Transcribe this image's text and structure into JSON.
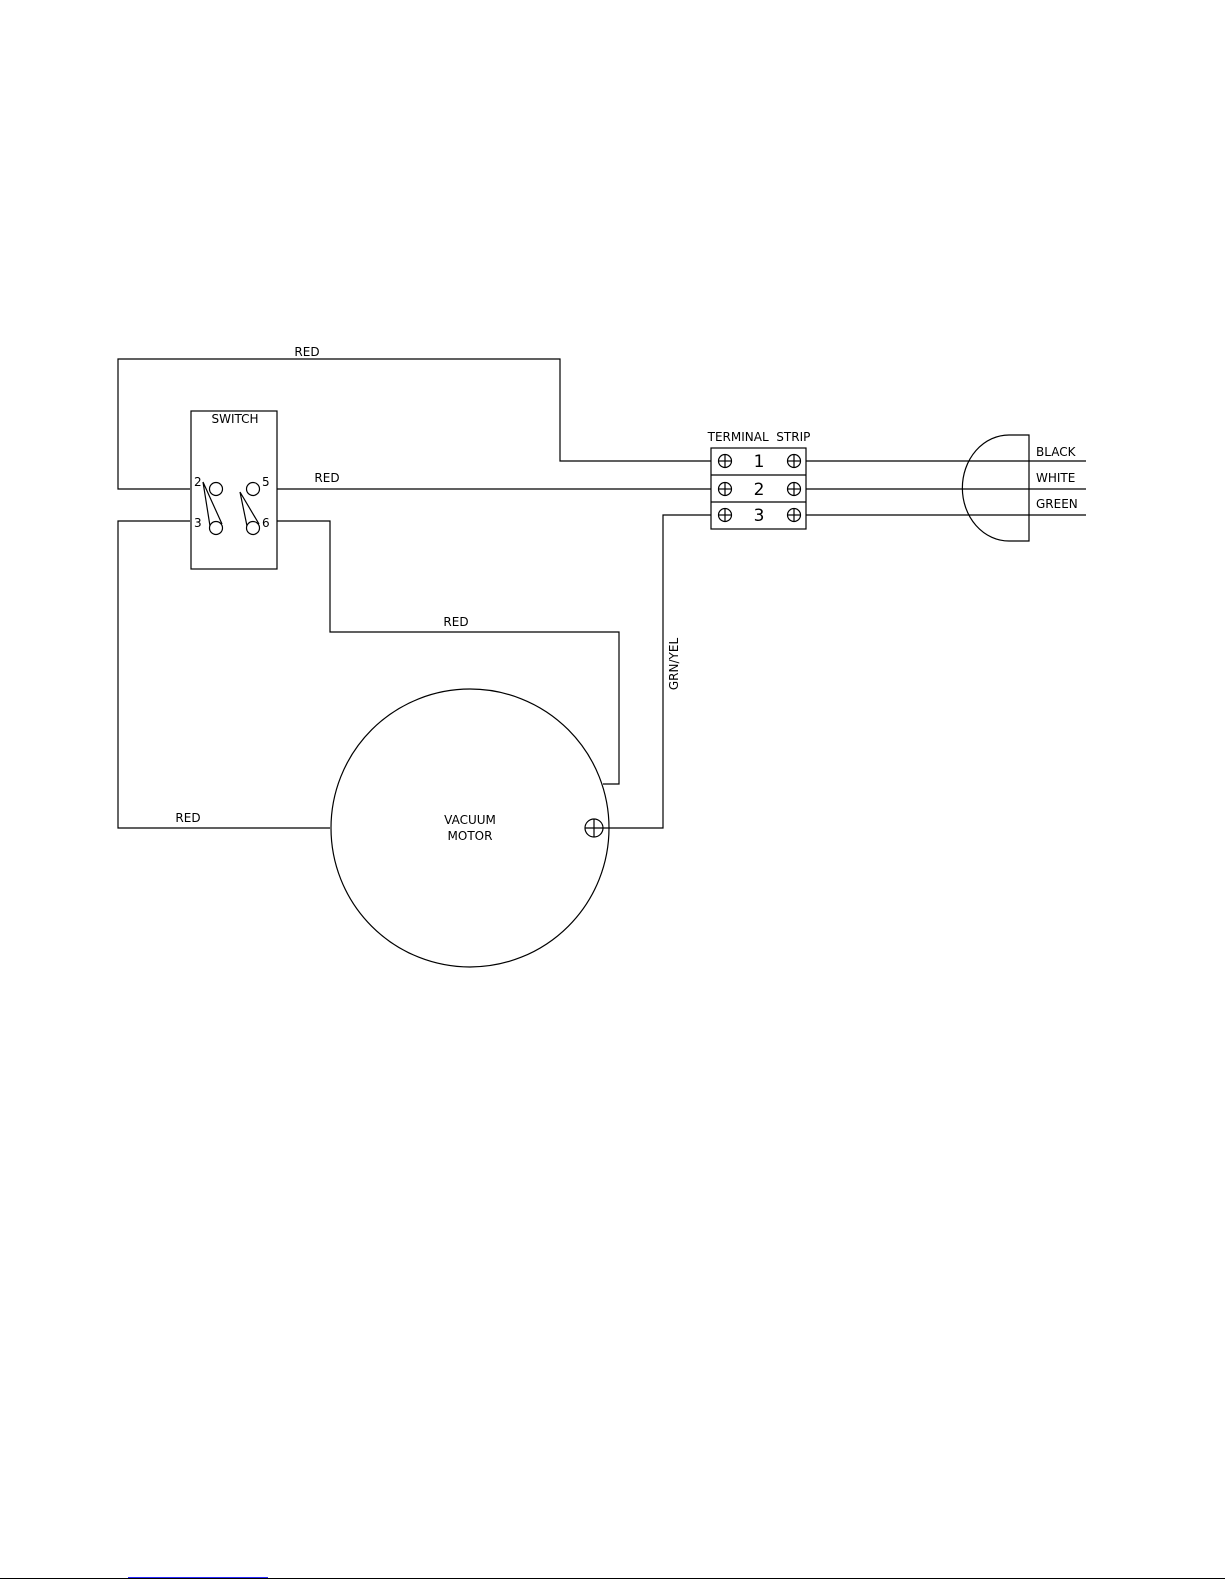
{
  "labels": {
    "wire_top": "RED",
    "wire_switch_to_terminal": "RED",
    "wire_switch_to_motor": "RED",
    "wire_left_to_motor": "RED",
    "wire_ground": "GRN/YEL",
    "switch_title": "SWITCH",
    "switch_pin_2": "2",
    "switch_pin_3": "3",
    "switch_pin_5": "5",
    "switch_pin_6": "6",
    "terminal_title": "TERMINAL  STRIP",
    "terminal_1": "1",
    "terminal_2": "2",
    "terminal_3": "3",
    "cord_black": "BLACK",
    "cord_white": "WHITE",
    "cord_green": "GREEN",
    "motor_line1": "VACUUM",
    "motor_line2": "MOTOR"
  }
}
